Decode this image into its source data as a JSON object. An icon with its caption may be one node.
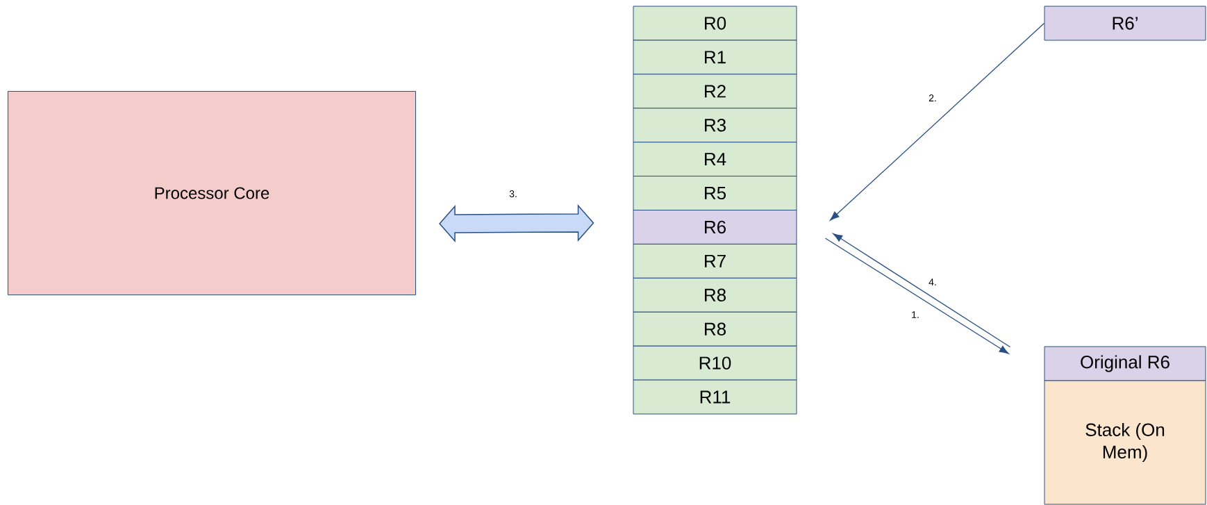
{
  "diagram": {
    "nodes": [
      {
        "text": [
          "Processor Core"
        ]
      },
      {
        "text": [
          "R0"
        ]
      },
      {
        "text": [
          "R1"
        ]
      },
      {
        "text": [
          "R2"
        ]
      },
      {
        "text": [
          "R3"
        ]
      },
      {
        "text": [
          "R4"
        ]
      },
      {
        "text": [
          "R5"
        ]
      },
      {
        "text": [
          "R6"
        ]
      },
      {
        "text": [
          "R7"
        ]
      },
      {
        "text": [
          "R8"
        ]
      },
      {
        "text": [
          "R8"
        ]
      },
      {
        "text": [
          "R10"
        ]
      },
      {
        "text": [
          "R11"
        ]
      },
      {
        "text": [
          "R6’"
        ]
      },
      {
        "text": [
          "Original R6"
        ]
      },
      {
        "text": [
          "Stack (On Mem)"
        ]
      }
    ],
    "edges": [
      {
        "from": 7,
        "to": 14,
        "arrow": "to",
        "label": "1."
      },
      {
        "from": 13,
        "to": 7,
        "arrow": "to",
        "label": "2."
      },
      {
        "from": 0,
        "to": 7,
        "arrow": "both",
        "label": "3.",
        "style": "thick"
      },
      {
        "from": 14,
        "to": 7,
        "arrow": "to",
        "label": "4."
      }
    ]
  }
}
